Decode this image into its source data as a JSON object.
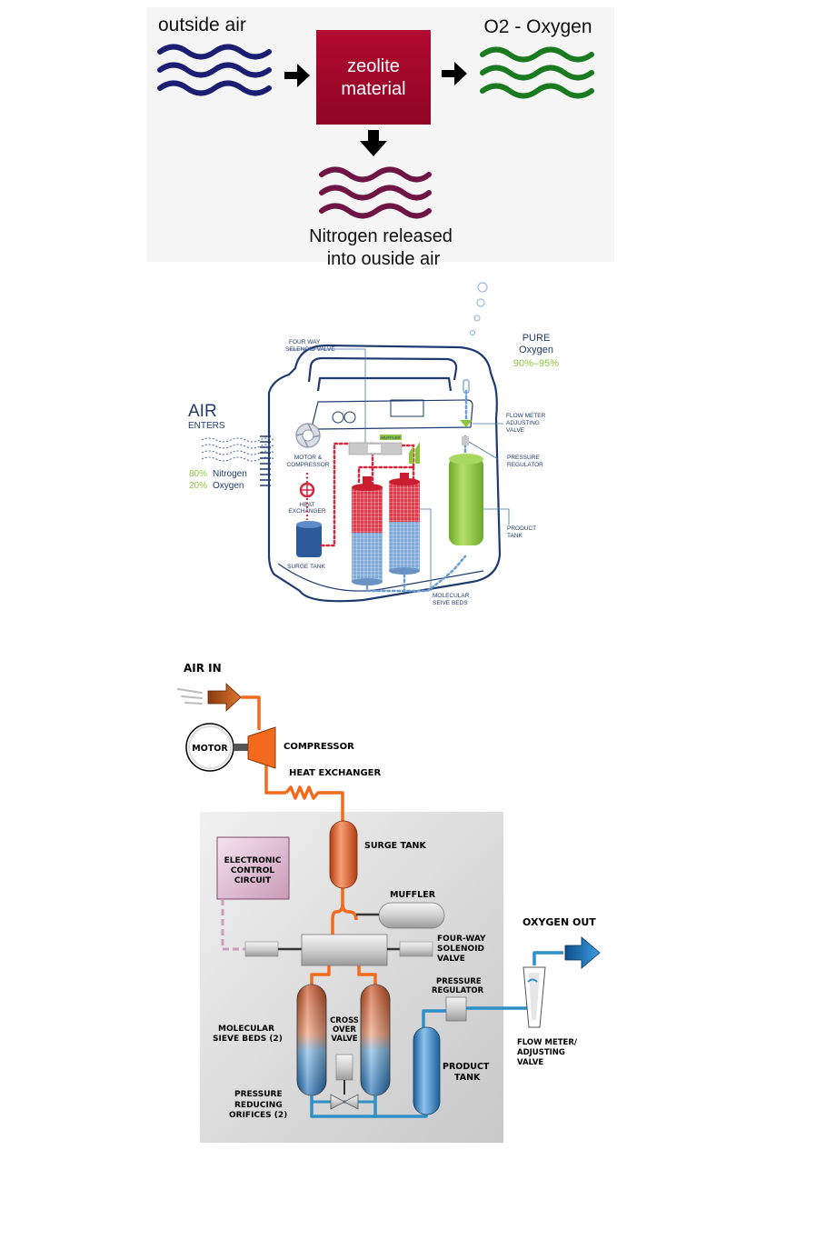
{
  "panel1": {
    "outside_air": "outside air",
    "zeolite_line1": "zeolite",
    "zeolite_line2": "material",
    "oxygen": "O2 - Oxygen",
    "nitrogen_line1": "Nitrogen released",
    "nitrogen_line2": "into ouside air",
    "colors": {
      "air_wave": "#1b1f73",
      "zeolite_box": "#a8072b",
      "oxygen_wave": "#1a7a1f",
      "nitrogen_wave": "#6e1546",
      "background": "#f5f5f5"
    }
  },
  "panel2": {
    "air": "AIR",
    "enters": "ENTERS",
    "nitrogen_pct": "80%",
    "nitrogen_label": "Nitrogen",
    "oxygen_pct": "20%",
    "oxygen_label": "Oxygen",
    "pure": "PURE",
    "oxygen": "Oxygen",
    "purity": "90%–95%",
    "four_way_1": "FOUR WAY",
    "four_way_2": "SELENOID VALVE",
    "motor_1": "MOTOR &",
    "motor_2": "COMPRESSOR",
    "heat_1": "HEAT",
    "heat_2": "EXCHANGER",
    "surge": "SURGE TANK",
    "muffler": "MUFFLER",
    "flow_1": "FLOW METER",
    "flow_2": "ADJUSTING",
    "flow_3": "VALVE",
    "pressure_1": "PRESSURE",
    "pressure_2": "REGULATOR",
    "product_1": "PRODUCT",
    "product_2": "TANK",
    "sieve_1": "MOLECULAR",
    "sieve_2": "SEIVE BEDS",
    "colors": {
      "navy": "#1f3a6e",
      "green": "#8cc63f",
      "red": "#d7263d",
      "blue": "#6a9bd1"
    }
  },
  "panel3": {
    "air_in": "AIR IN",
    "motor": "MOTOR",
    "compressor": "COMPRESSOR",
    "heat_exchanger": "HEAT EXCHANGER",
    "surge_tank": "SURGE TANK",
    "ecc_1": "ELECTRONIC",
    "ecc_2": "CONTROL",
    "ecc_3": "CIRCUIT",
    "muffler": "MUFFLER",
    "fourway_1": "FOUR-WAY",
    "fourway_2": "SOLENOID",
    "fourway_3": "VALVE",
    "oxygen_out": "OXYGEN OUT",
    "pressure_1": "PRESSURE",
    "pressure_2": "REGULATOR",
    "sieve_1": "MOLECULAR",
    "sieve_2": "SIEVE BEDS (2)",
    "cross_1": "CROSS",
    "cross_2": "OVER",
    "cross_3": "VALVE",
    "product_1": "PRODUCT",
    "product_2": "TANK",
    "flow_1": "FLOW METER/",
    "flow_2": "ADJUSTING",
    "flow_3": "VALVE",
    "orifice_1": "PRESSURE",
    "orifice_2": "REDUCING",
    "orifice_3": "ORIFICES (2)",
    "colors": {
      "orange": "#f26a1b",
      "blue": "#2f8fc7",
      "panel": "#d8d8d8",
      "ecc": "#e6c2da"
    }
  }
}
